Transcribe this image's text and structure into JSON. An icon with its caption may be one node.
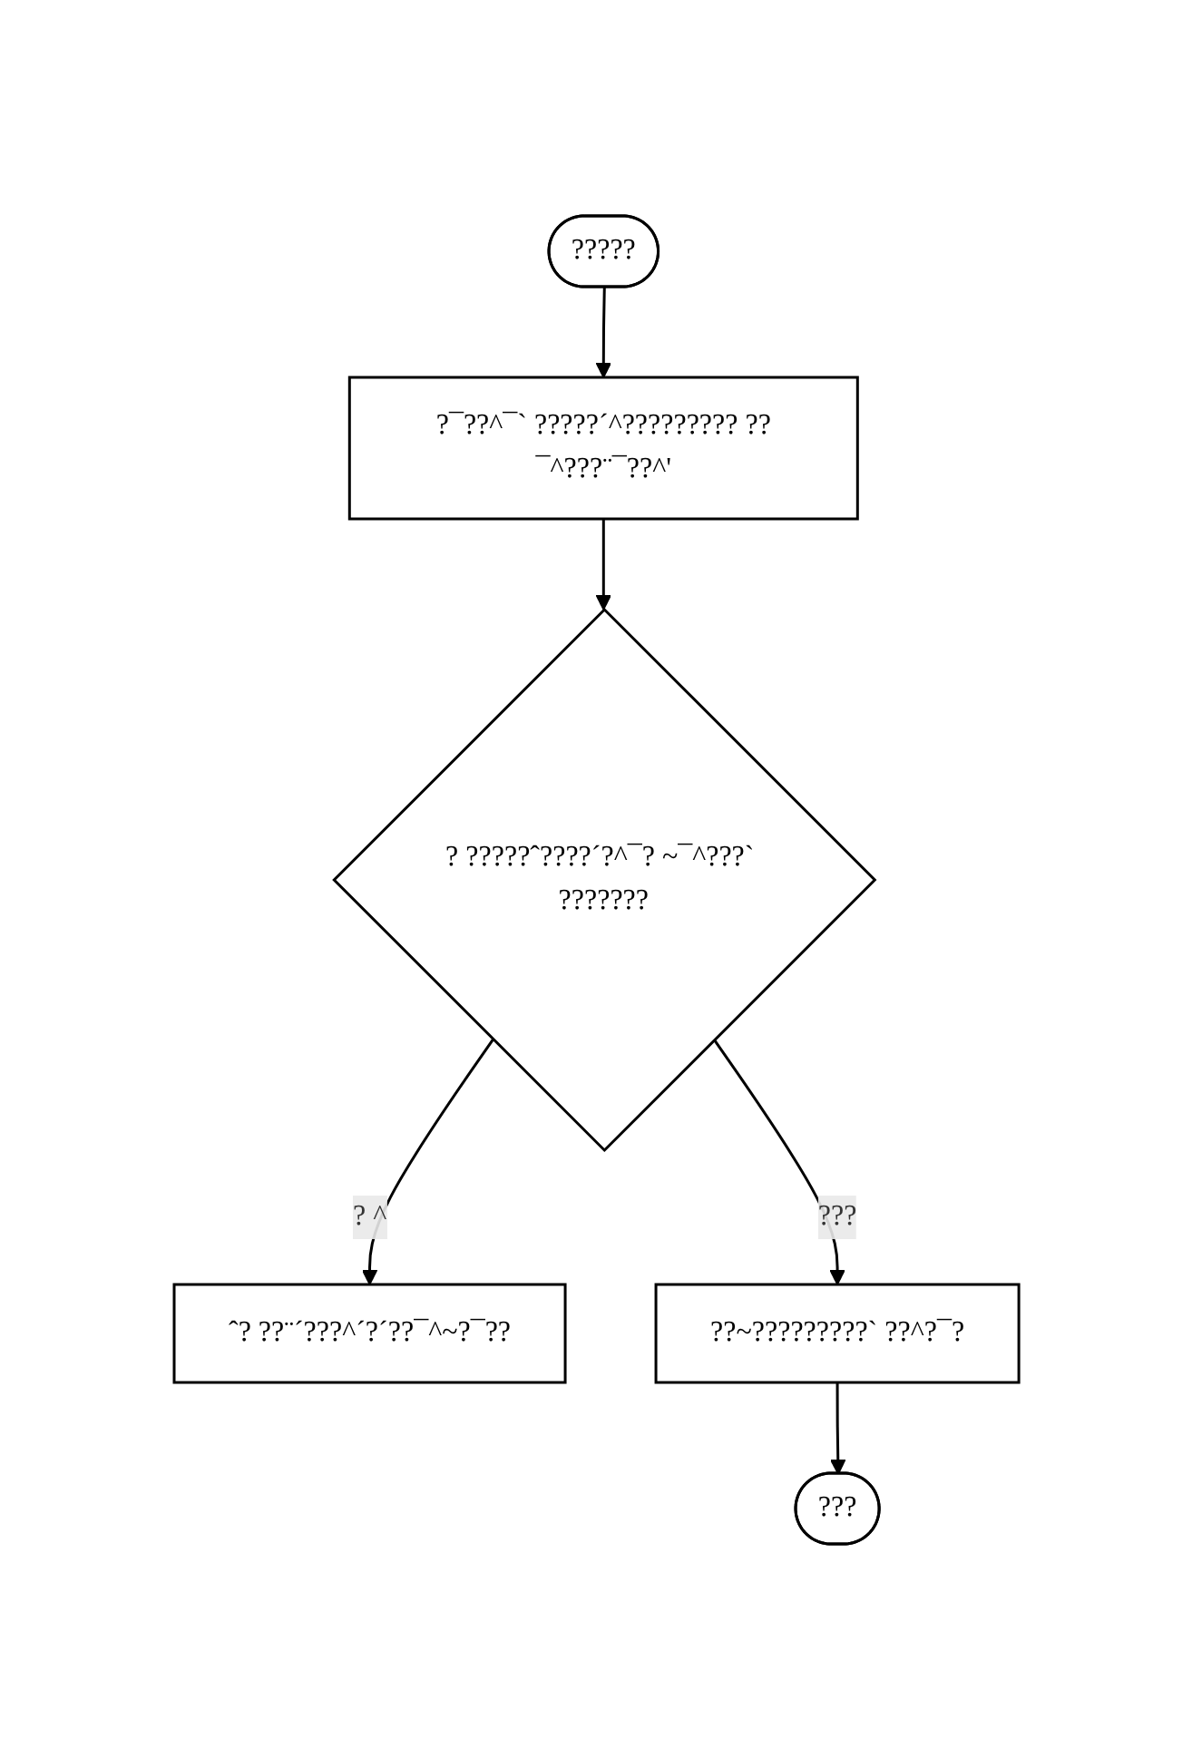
{
  "diagram": {
    "nodes": [
      {
        "text": [
          "?????"
        ]
      },
      {
        "text": [
          "?¯??^¯` ?????´^????????? ??¯^???¨¯??^'"
        ]
      },
      {
        "text": [
          "? ?????ˆ????´?^¯? ~¯^???` ???????"
        ]
      },
      {
        "text": [
          "ˆ? ??¨´???^´?´??¯^~?¯??"
        ]
      },
      {
        "text": [
          "??~?????????` ??^?¯?"
        ]
      },
      {
        "text": [
          "???"
        ]
      }
    ],
    "edges": [
      {
        "from": 0,
        "to": 1,
        "arrow": "to"
      },
      {
        "from": 1,
        "to": 2,
        "arrow": "to"
      },
      {
        "from": 2,
        "to": 3,
        "arrow": "to",
        "label": "? ^"
      },
      {
        "from": 2,
        "to": 4,
        "arrow": "to",
        "label": "???"
      },
      {
        "from": 4,
        "to": 5,
        "arrow": "to"
      }
    ]
  }
}
